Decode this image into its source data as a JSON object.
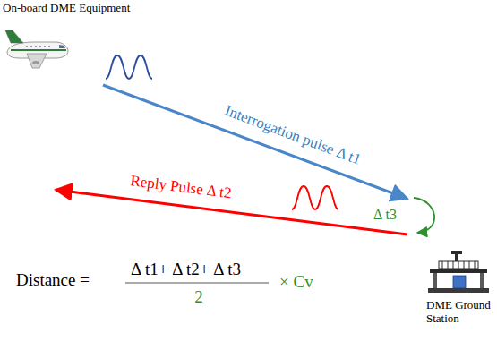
{
  "diagram": {
    "labels": [
      "On-board DME Equipment",
      "Interrogation pulse Δ t1",
      "Reply Pulse Δ t2",
      "Δ t3",
      "Distance =",
      "Δ t1+ Δ t2+ Δ t3",
      "2",
      "× Cv",
      "DME Ground Station"
    ]
  }
}
